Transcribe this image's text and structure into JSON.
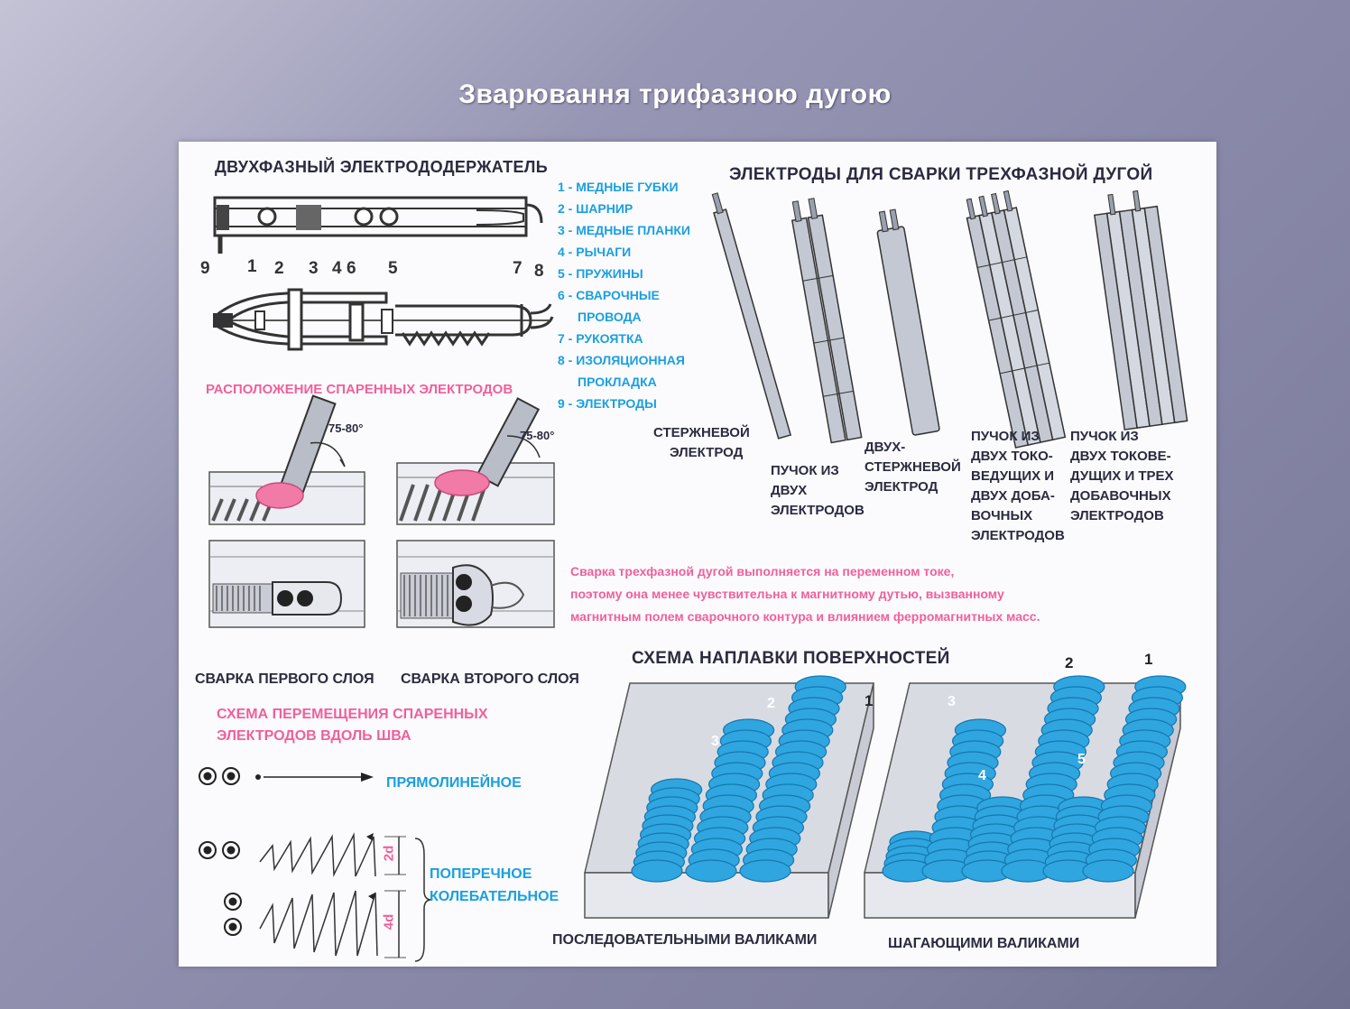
{
  "slide": {
    "title": "Зварювання трифазною дугою"
  },
  "poster": {
    "holder": {
      "title": "ДВУХФАЗНЫЙ ЭЛЕКТРОДОДЕРЖАТЕЛЬ",
      "part_numbers": [
        "9",
        "1",
        "2",
        "3",
        "4",
        "6",
        "5",
        "7",
        "8"
      ]
    },
    "legend": [
      "1 - МЕДНЫЕ ГУБКИ",
      "2 - ШАРНИР",
      "3 - МЕДНЫЕ ПЛАНКИ",
      "4 - РЫЧАГИ",
      "5 - ПРУЖИНЫ",
      "6 - СВАРОЧНЫЕ",
      "ПРОВОДА",
      "7 - РУКОЯТКА",
      "8 - ИЗОЛЯЦИОННАЯ",
      "ПРОКЛАДКА",
      "9 - ЭЛЕКТРОДЫ"
    ],
    "placement": {
      "title": "РАСПОЛОЖЕНИЕ СПАРЕННЫХ ЭЛЕКТРОДОВ",
      "angle_left": "75-80°",
      "angle_right": "75-80°",
      "caption_first": "СВАРКА ПЕРВОГО СЛОЯ",
      "caption_second": "СВАРКА ВТОРОГО СЛОЯ"
    },
    "movement": {
      "title_line1": "СХЕМА ПЕРЕМЕЩЕНИЯ СПАРЕННЫХ",
      "title_line2": "ЭЛЕКТРОДОВ ВДОЛЬ ШВА",
      "linear": "ПРЯМОЛИНЕЙНОЕ",
      "transverse_line1": "ПОПЕРЕЧНОЕ",
      "transverse_line2": "КОЛЕБАТЕЛЬНОЕ",
      "dim_2d": "2d",
      "dim_4d": "4d"
    },
    "electrodes": {
      "title": "ЭЛЕКТРОДЫ ДЛЯ СВАРКИ ТРЕХФАЗНОЙ ДУГОЙ",
      "types": [
        {
          "lines": [
            "СТЕРЖНЕВОЙ",
            "ЭЛЕКТРОД"
          ]
        },
        {
          "lines": [
            "ПУЧОК ИЗ",
            "ДВУХ",
            "ЭЛЕКТРОДОВ"
          ]
        },
        {
          "lines": [
            "ДВУХ-",
            "СТЕРЖНЕВОЙ",
            "ЭЛЕКТРОД"
          ]
        },
        {
          "lines": [
            "ПУЧОК ИЗ",
            "ДВУХ ТОКО-",
            "ВЕДУЩИХ И",
            "ДВУХ ДОБА-",
            "ВОЧНЫХ",
            "ЭЛЕКТРОДОВ"
          ]
        },
        {
          "lines": [
            "ПУЧОК ИЗ",
            "ДВУХ ТОКОВЕ-",
            "ДУЩИХ И ТРЕХ",
            "ДОБАВОЧНЫХ",
            "ЭЛЕКТРОДОВ"
          ]
        }
      ]
    },
    "note": [
      "Сварка трехфазной дугой выполняется на переменном токе,",
      "поэтому она менее чувствительна к магнитному дутью, вызванному",
      "магнитным полем сварочного контура и влиянием ферромагнитных масс."
    ],
    "surfacing": {
      "title": "СХЕМА НАПЛАВКИ ПОВЕРХНОСТЕЙ",
      "left_caption": "ПОСЛЕДОВАТЕЛЬНЫМИ ВАЛИКАМИ",
      "right_caption": "ШАГАЮЩИМИ ВАЛИКАМИ",
      "left_numbers": [
        "1",
        "2",
        "3"
      ],
      "right_numbers": [
        "1",
        "2",
        "3",
        "4",
        "5"
      ]
    },
    "colors": {
      "bead_blue": "#2fa6df",
      "accent_pink": "#f0609c",
      "label_blue": "#1a9fe0"
    }
  }
}
